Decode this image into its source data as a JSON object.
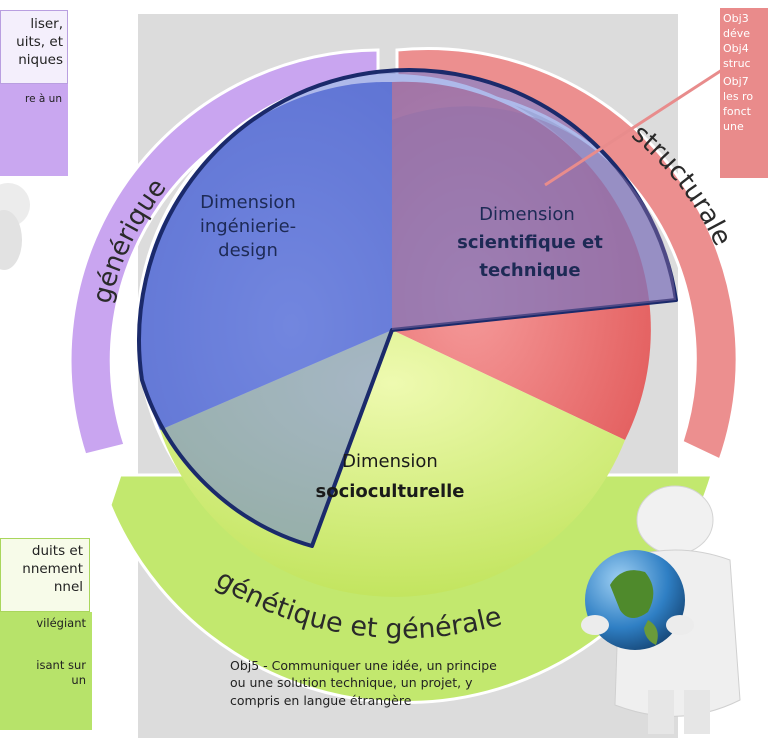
{
  "center_labels": {
    "ingenierie": [
      "Dimension",
      "ingénierie-",
      "design"
    ],
    "scientifique": [
      "Dimension",
      "scientifique et",
      "technique"
    ],
    "socio_prefix": "Dimension",
    "socio_bold": "socioculturelle"
  },
  "arc_labels": {
    "generique": "générique",
    "structurale": "structurale",
    "genetique": "génétique et générale"
  },
  "left_top_box": [
    "liser,",
    "uits, et",
    "niques"
  ],
  "left_top_sub": [
    "re à un"
  ],
  "right_top_box": [
    "Obj3",
    "déve",
    "Obj4",
    "struc",
    "Obj7",
    "les ro",
    "fonct",
    "une"
  ],
  "left_bottom_box": [
    "duits et",
    "nnement",
    "nnel"
  ],
  "left_bottom_sub": [
    "vilégiant",
    "isant sur",
    "un"
  ],
  "bottom_objective": [
    "Obj5 - Communiquer une idée, un principe",
    "ou une solution technique, un projet, y",
    "compris en langue étrangère"
  ],
  "colors": {
    "purple_arc": "#c9a5f0",
    "red_arc": "#ec8f8f",
    "green_arc": "#c2e86e",
    "blue_sector": "#5b73d6",
    "red_sector": "#f06a6a",
    "green_sector": "#d8f07a",
    "outline": "#1b2a6b",
    "panel": "#d9d9d9"
  }
}
